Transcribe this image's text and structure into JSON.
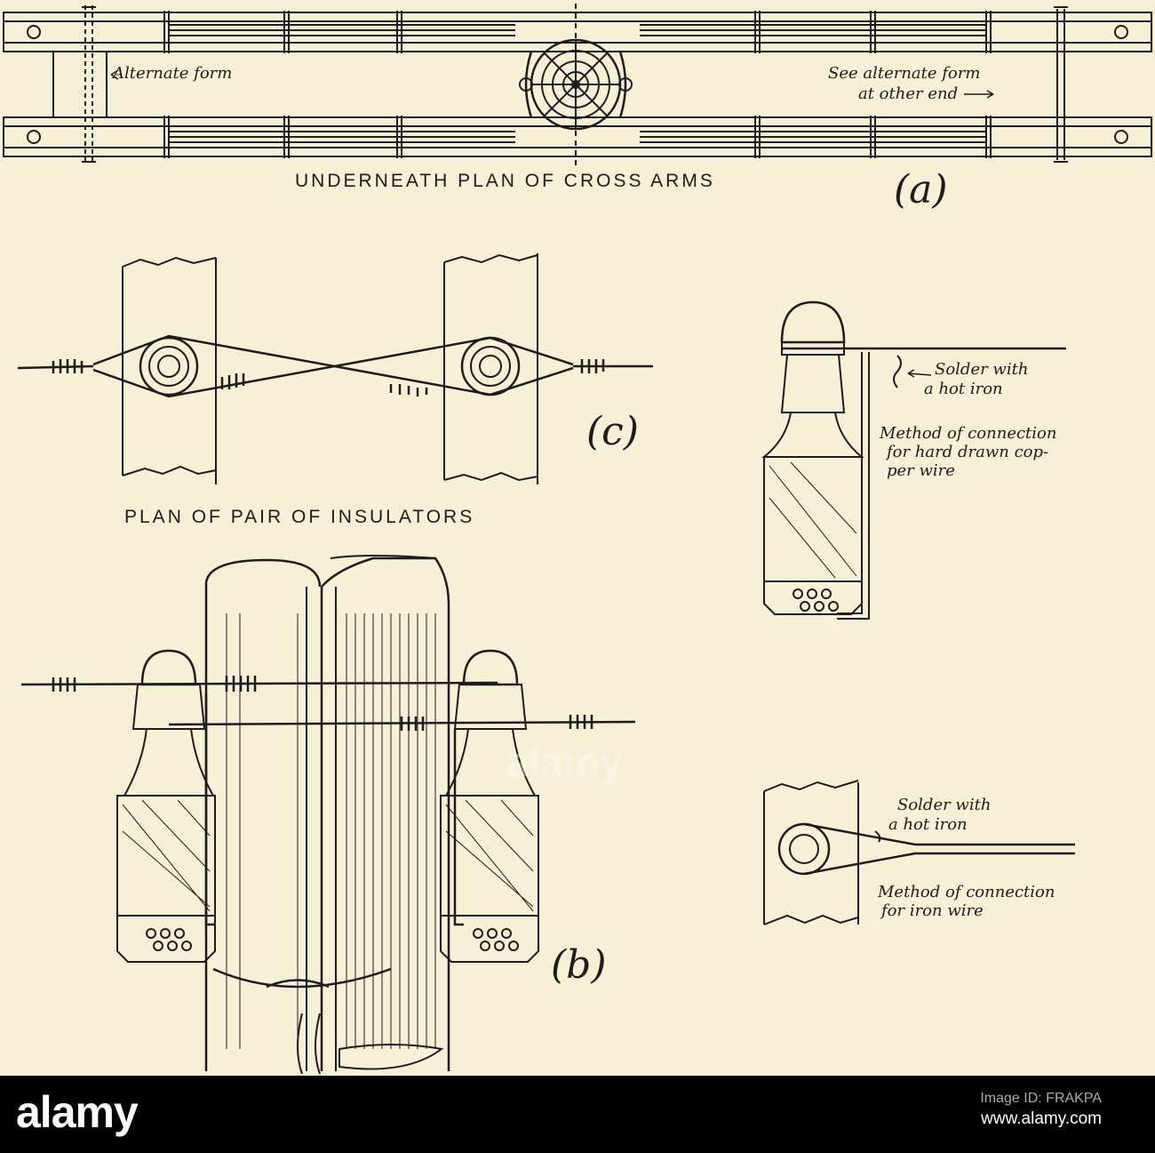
{
  "figure": {
    "caption_a": "UNDERNEATH PLAN OF CROSS ARMS",
    "caption_c": "PLAN OF PAIR OF INSULATORS",
    "note_alternate_form": "Alternate form",
    "note_see_alternate_1": "See alternate form",
    "note_see_alternate_2": "at other end",
    "note_solder_1a": "Solder with",
    "note_solder_1b": "a hot iron",
    "note_copper_1": "Method of connection",
    "note_copper_2": "for hard drawn cop-",
    "note_copper_3": "per wire",
    "note_solder_2a": "Solder with",
    "note_solder_2b": "a hot iron",
    "note_iron_1": "Method of connection",
    "note_iron_2": "for iron wire",
    "label_a": "(a)",
    "label_b": "(b)",
    "label_c": "(c)"
  },
  "footer": {
    "brand": "alamy",
    "image_id_label": "Image ID: FRAKPA",
    "url": "www.alamy.com"
  },
  "watermark": "alamy",
  "colors": {
    "paper": "#f6f0d6",
    "ink": "#1c1c1c",
    "footer": "#000000"
  }
}
